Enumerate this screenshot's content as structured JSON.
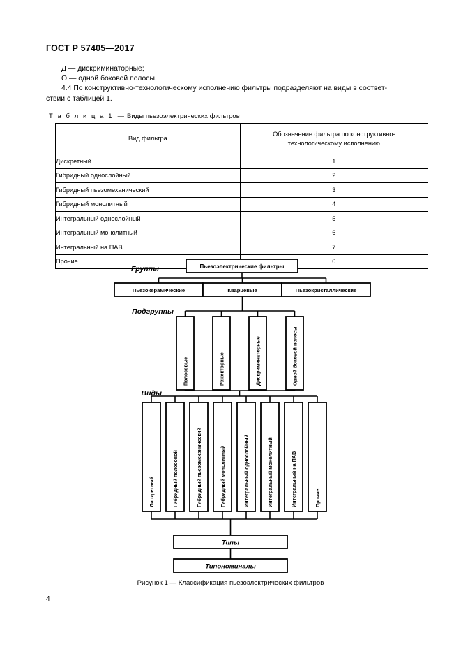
{
  "header": {
    "standard_title": "ГОСТ Р 57405—2017"
  },
  "intro": {
    "line1": "Д — дискриминаторные;",
    "line2": "О — одной боковой полосы.",
    "line3": "4.4  По конструктивно-технологическому исполнению фильтры подразделяют на виды в соответ-",
    "line4": "ствии с таблицей 1."
  },
  "table": {
    "caption_label": "Т а б л и ц а  1",
    "caption_dash": "—",
    "caption_text": "Виды пьезоэлектрических фильтров",
    "headers": {
      "col1": "Вид фильтра",
      "col2": "Обозначение фильтра по конструктивно-технологическому исполнению"
    },
    "rows": [
      {
        "name": "Дискретный",
        "code": "1"
      },
      {
        "name": "Гибридный однослойный",
        "code": "2"
      },
      {
        "name": "Гибридный пьезомеханический",
        "code": "3"
      },
      {
        "name": "Гибридный монолитный",
        "code": "4"
      },
      {
        "name": "Интегральный однослойный",
        "code": "5"
      },
      {
        "name": "Интегральный монолитный",
        "code": "6"
      },
      {
        "name": "Интегральный на ПАВ",
        "code": "7"
      },
      {
        "name": "Прочие",
        "code": "0"
      }
    ]
  },
  "diagram": {
    "level_labels": {
      "groups": "Группы",
      "subgroups": "Подгруппы",
      "kinds": "Виды"
    },
    "root": "Пьезоэлектрические фильтры",
    "groups": [
      "Пьезокерамические",
      "Кварцевые",
      "Пьезокристаллические"
    ],
    "subgroups": [
      "Полосовые",
      "Режекторные",
      "Дискриминаторные",
      "Одной боковой полосы"
    ],
    "kinds": [
      "Дискретный",
      "Гибридный полосовой",
      "Гибридный пьезомеханический",
      "Гибридный монолитный",
      "Интегральный однослойный",
      "Интегральный монолитный",
      "Интегральный на ПАВ",
      "Прочие"
    ],
    "types_box": "Типы",
    "typonominals_box": "Типономиналы"
  },
  "figure": {
    "caption": "Рисунок 1 — Классификация пьезоэлектрических фильтров"
  },
  "footer": {
    "page_number": "4"
  }
}
